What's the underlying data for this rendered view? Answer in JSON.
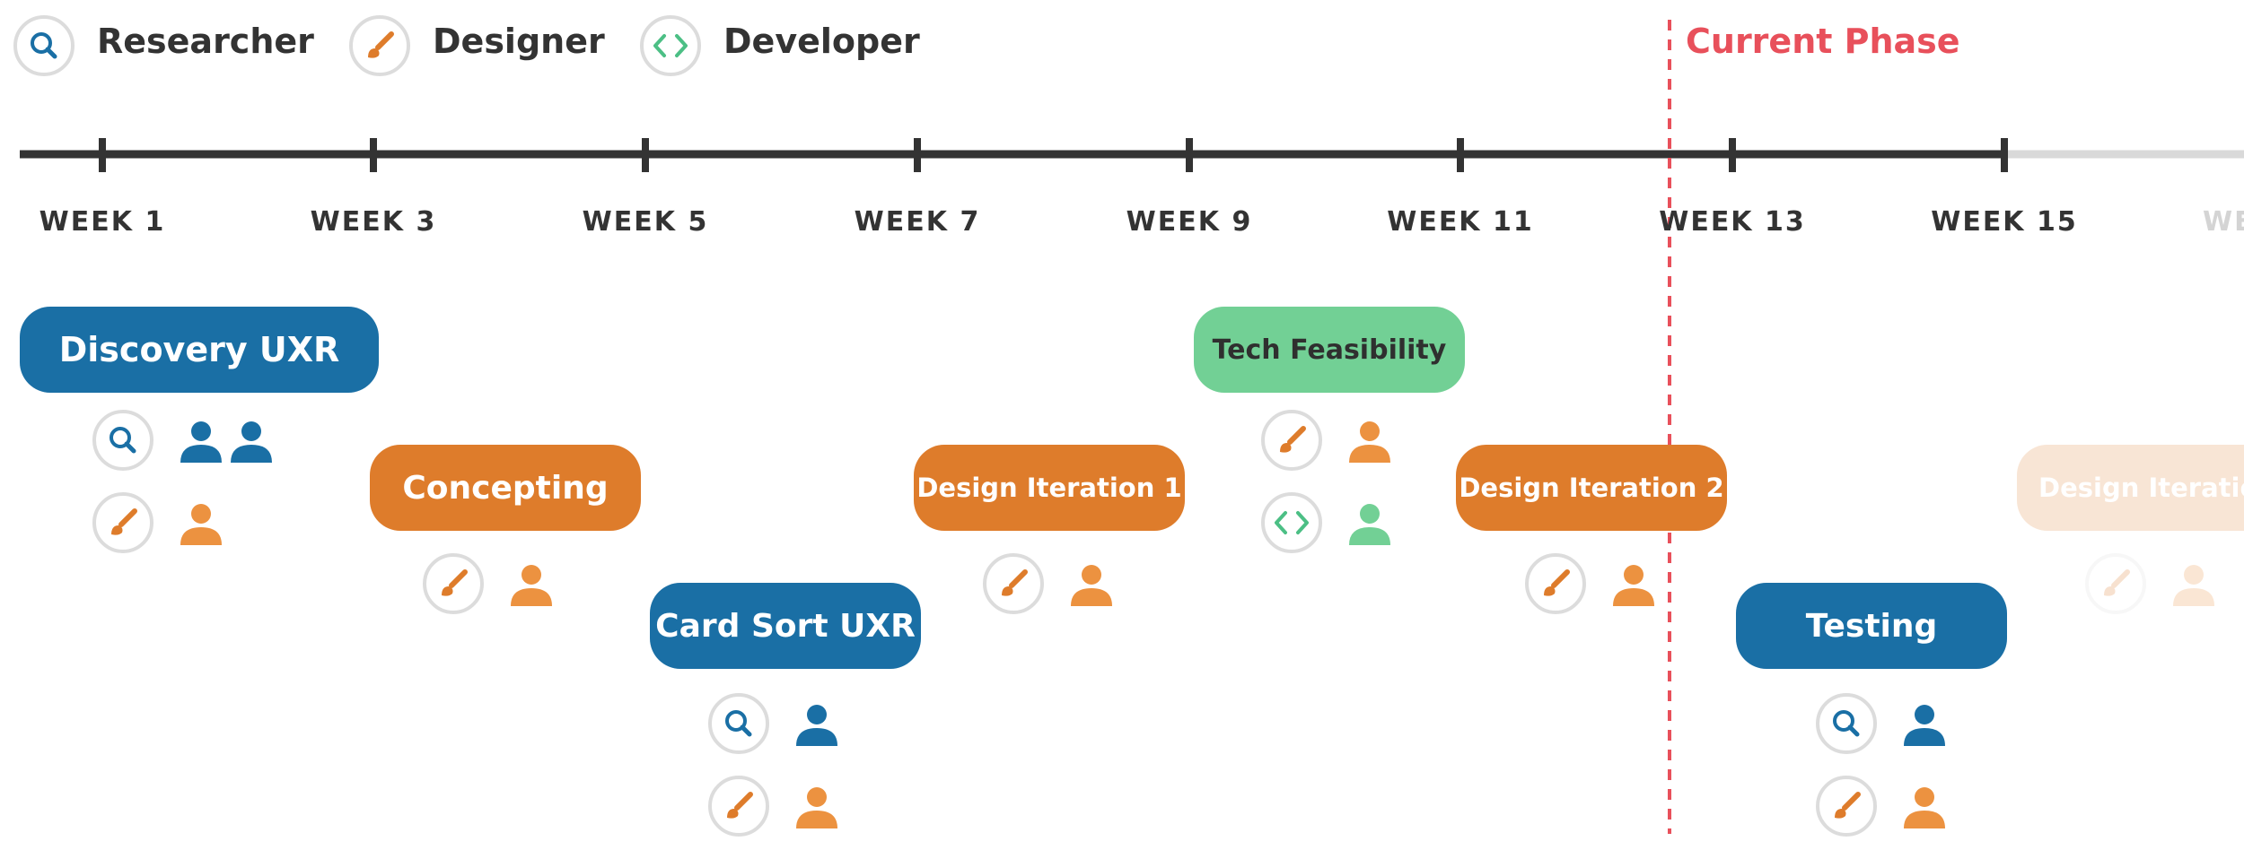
{
  "legend": [
    {
      "label": "Researcher",
      "icon": "search-icon"
    },
    {
      "label": "Designer",
      "icon": "brush-icon"
    },
    {
      "label": "Developer",
      "icon": "code-icon"
    }
  ],
  "current_phase_label": "Current Phase",
  "weeks": [
    "WEEK 1",
    "WEEK 3",
    "WEEK 5",
    "WEEK 7",
    "WEEK 9",
    "WEEK 11",
    "WEEK 13",
    "WEEK 15",
    "WE"
  ],
  "phases": [
    {
      "label": "Discovery UXR",
      "type": "researcher"
    },
    {
      "label": "Concepting",
      "type": "designer"
    },
    {
      "label": "Card Sort UXR",
      "type": "researcher"
    },
    {
      "label": "Design Iteration 1",
      "type": "designer"
    },
    {
      "label": "Tech Feasibility",
      "type": "developer"
    },
    {
      "label": "Design Iteration 2",
      "type": "designer"
    },
    {
      "label": "Testing",
      "type": "researcher"
    },
    {
      "label": "Design Iteration",
      "type": "designer"
    }
  ],
  "colors": {
    "researcher": "#1a6fa5",
    "designer": "#de7c2b",
    "designer_person": "#ec9240",
    "developer": "#72d095",
    "developer_icon": "#4cbf85",
    "current_phase": "#e8505b",
    "axis": "#333333",
    "axis_future": "#d9d9d9",
    "circle_border": "#dcdcdc"
  }
}
